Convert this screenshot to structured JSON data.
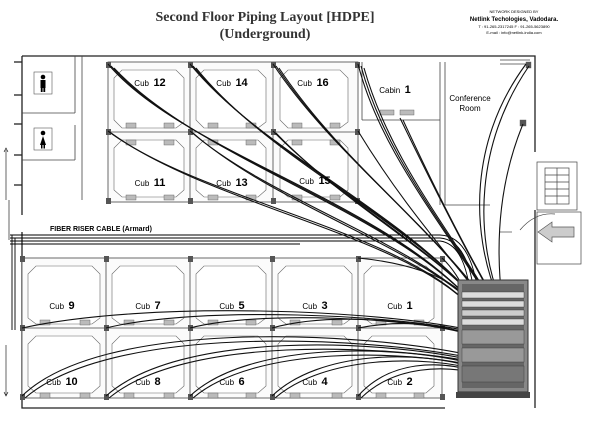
{
  "title_line1": "Second Floor Piping Layout [HDPE]",
  "title_line2": "(Underground)",
  "credits": {
    "line1": "NETWORK DESIGNED BY",
    "line2": "Netlink Techologies, Vadodara.",
    "line3": "T : 91-265-2317245  F : 91-265-5623890",
    "line4": "E-mail : info@netlink-india.com"
  },
  "fiber_label": "FIBER RISER CABLE (Armard)",
  "cub_word": "Cub",
  "cabin": {
    "word": "Cabin",
    "num": "1"
  },
  "conference": {
    "line1": "Conference",
    "line2": "Room"
  },
  "cubs_top": [
    "12",
    "14",
    "16"
  ],
  "cubs_mid": [
    "11",
    "13",
    "15"
  ],
  "cubs_lower": [
    "9",
    "7",
    "5",
    "3",
    "1"
  ],
  "cubs_bottom": [
    "10",
    "8",
    "6",
    "4",
    "2"
  ],
  "icons": [
    "male-restroom-icon",
    "female-restroom-icon",
    "direction-arrow-icon",
    "network-rack-icon"
  ]
}
